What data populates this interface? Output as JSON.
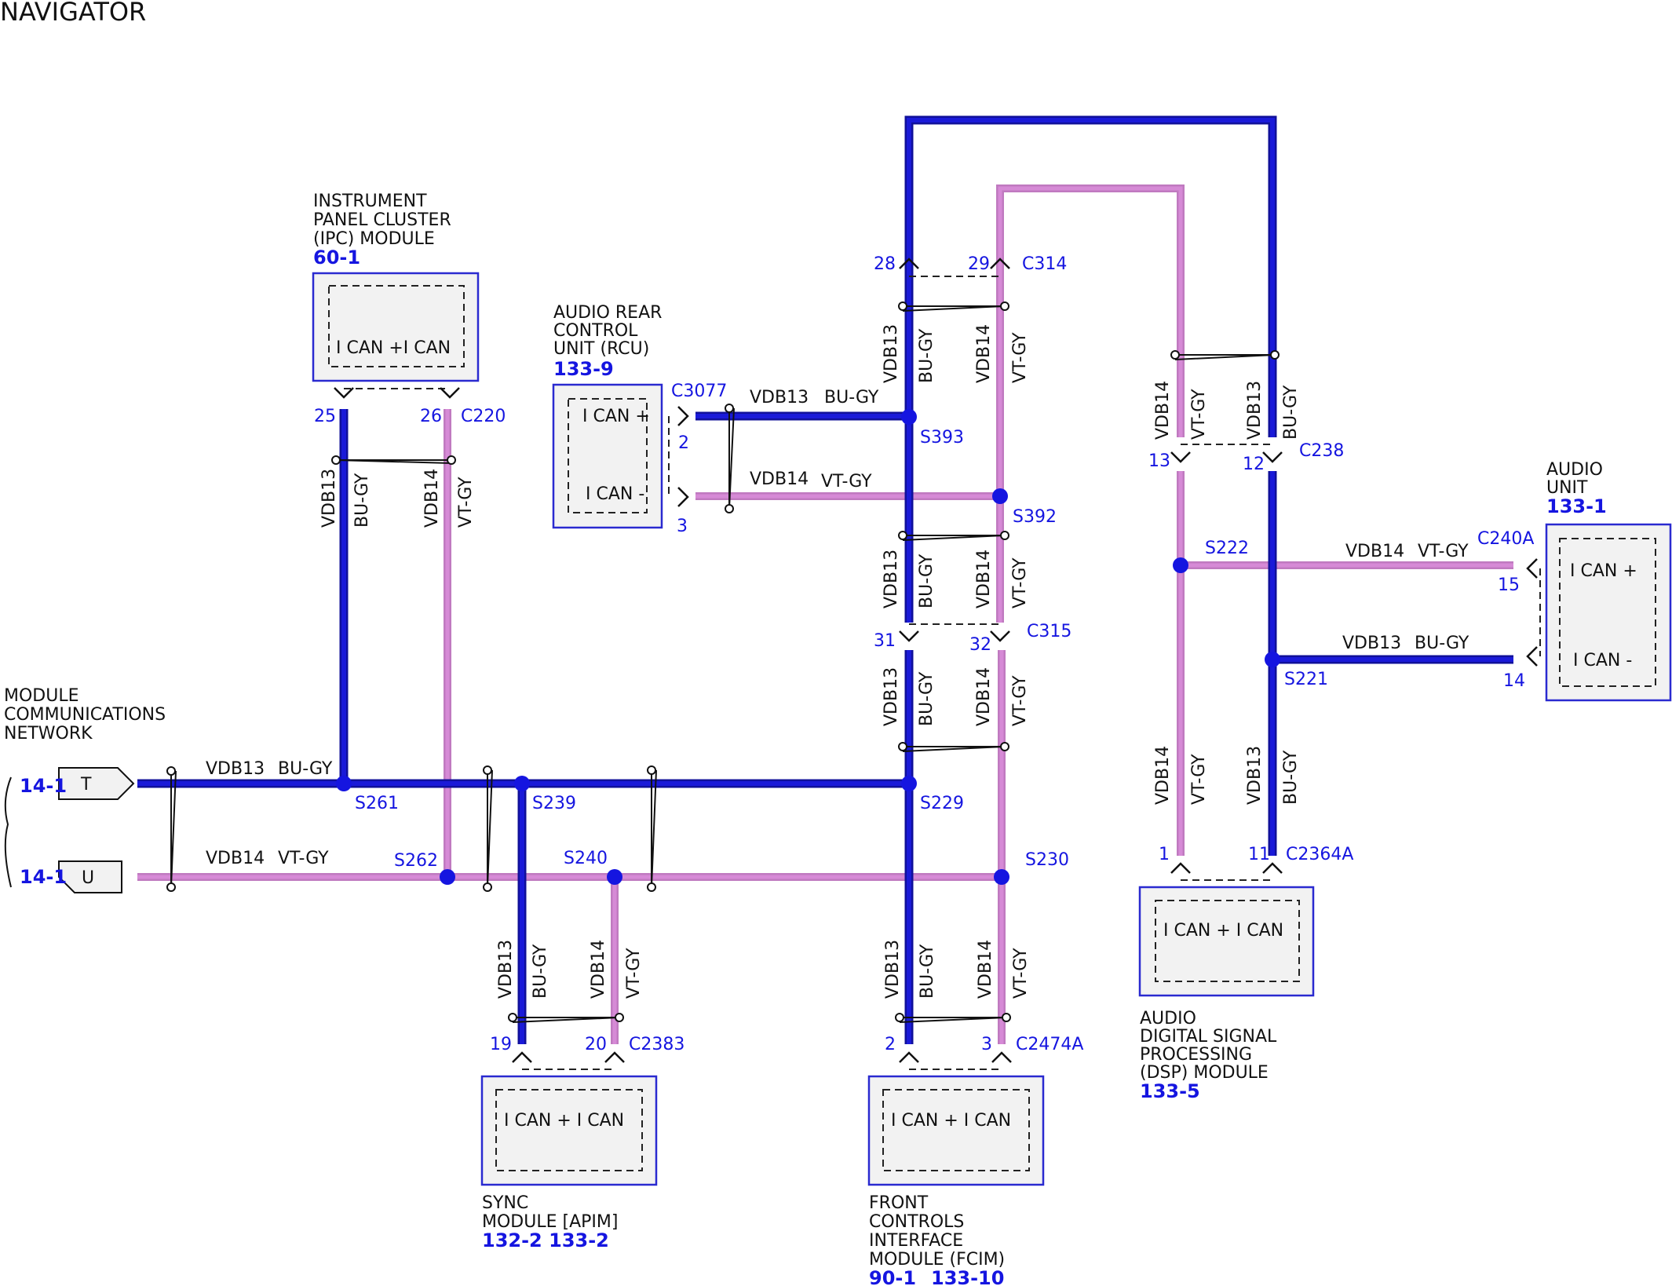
{
  "header": {
    "title": "NAVIGATOR"
  },
  "colors": {
    "bu_gy_wire": "#1a1ad8",
    "vt_gy_wire": "#d68ad6",
    "splice": "#1515e0",
    "pin_text": "#1515e0",
    "module_fill": "#f2f2f2"
  },
  "network": {
    "line1": "MODULE",
    "line2": "COMMUNICATIONS",
    "line3": "NETWORK",
    "ref_t": "14-1",
    "ref_u": "14-1",
    "t": "T",
    "u": "U"
  },
  "ipc": {
    "line1": "INSTRUMENT",
    "line2": "PANEL CLUSTER",
    "line3": "(IPC) MODULE",
    "ref": "60-1",
    "pins": "I CAN +I CAN",
    "pin_a": "25",
    "pin_b": "26",
    "connector": "C220"
  },
  "rcu": {
    "line1": "AUDIO REAR",
    "line2": "CONTROL",
    "line3": "UNIT (RCU)",
    "ref": "133-9",
    "pin_plus": "I CAN +",
    "pin_minus": "I CAN -",
    "pin_a": "2",
    "pin_b": "3",
    "connector": "C3077"
  },
  "audio_unit": {
    "line1": "AUDIO",
    "line2": "UNIT",
    "ref": "133-1",
    "pin_plus": "I CAN +",
    "pin_minus": "I CAN -",
    "pin_a": "15",
    "pin_b": "14",
    "connector": "C240A"
  },
  "dsp": {
    "line1": "AUDIO",
    "line2": "DIGITAL SIGNAL",
    "line3": "PROCESSING",
    "line4": "(DSP) MODULE",
    "ref": "133-5",
    "pins": "I CAN + I CAN",
    "pin_a": "1",
    "pin_b": "11",
    "connector": "C2364A"
  },
  "sync": {
    "line1": "SYNC",
    "line2": "MODULE [APIM]",
    "ref": "132-2 133-2",
    "pins": "I CAN + I CAN",
    "pin_a": "19",
    "pin_b": "20",
    "connector": "C2383"
  },
  "fcim": {
    "line1": "FRONT",
    "line2": "CONTROLS",
    "line3": "INTERFACE",
    "line4": "MODULE (FCIM)",
    "ref_a": "90-1",
    "ref_b": "133-10",
    "pins": "I CAN + I CAN",
    "pin_a": "2",
    "pin_b": "3",
    "connector": "C2474A"
  },
  "inline": {
    "c314": {
      "name": "C314",
      "pin_a": "28",
      "pin_b": "29"
    },
    "c315": {
      "name": "C315",
      "pin_a": "31",
      "pin_b": "32"
    },
    "c238": {
      "name": "C238",
      "pin_a": "13",
      "pin_b": "12"
    }
  },
  "splices": [
    "S261",
    "S239",
    "S229",
    "S262",
    "S240",
    "S230",
    "S393",
    "S392",
    "S222",
    "S221"
  ],
  "wires": {
    "vdb13": "VDB13",
    "vdb14": "VDB14",
    "bu_gy": "BU-GY",
    "vt_gy": "VT-GY"
  }
}
